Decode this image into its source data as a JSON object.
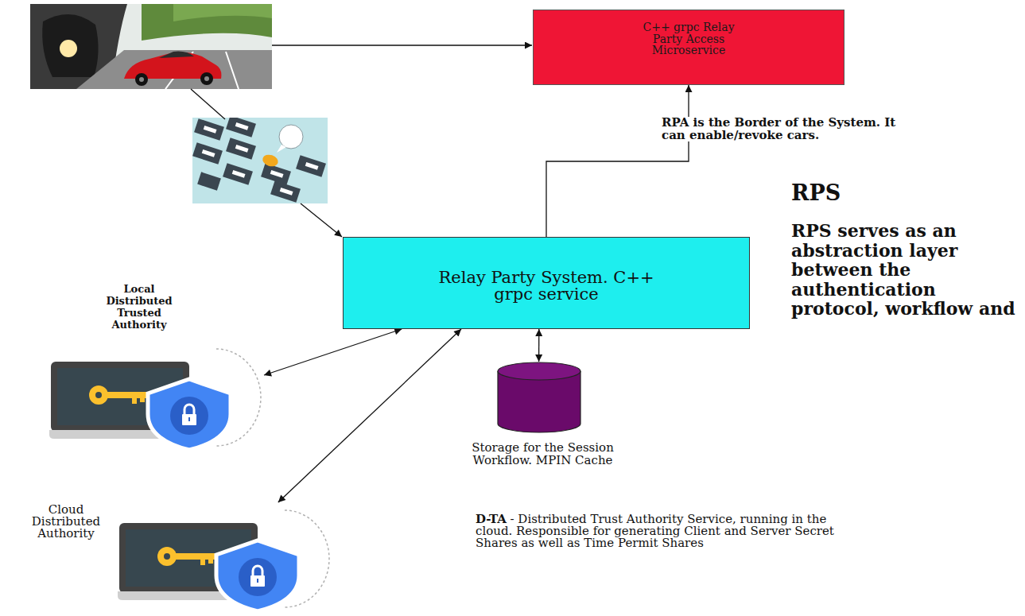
{
  "diagram": {
    "nodes": [
      {
        "text": [
          "C++ grpc Relay Party Access Microservice"
        ]
      },
      {
        "text": [
          "Relay Party System. C++ grpc service"
        ]
      },
      {
        "text": [
          "Local Distributed Trusted Authority"
        ]
      },
      {
        "text": [
          "Storage for the Session Workflow. MPIN Cache"
        ]
      },
      {
        "text": [
          "Cloud Distributed Authority"
        ]
      }
    ],
    "edges": [
      {
        "from": 1,
        "to": 0,
        "arrow": "to",
        "label": "RPA is the Border of the System. It can enable/revoke cars."
      },
      {
        "from": 1,
        "to": 2,
        "arrow": "both"
      },
      {
        "from": 1,
        "to": 3,
        "arrow": "both"
      },
      {
        "from": 1,
        "to": 4,
        "arrow": "both"
      }
    ],
    "labels": [
      "RPS",
      "RPS serves as an abstraction layer between the authentication protocol, workflow and",
      "D-TA",
      "- Distributed Trust Authority Service, running in the cloud. Responsible for generating Client and Server Secret Shares as well as Time Permit Shares"
    ]
  }
}
